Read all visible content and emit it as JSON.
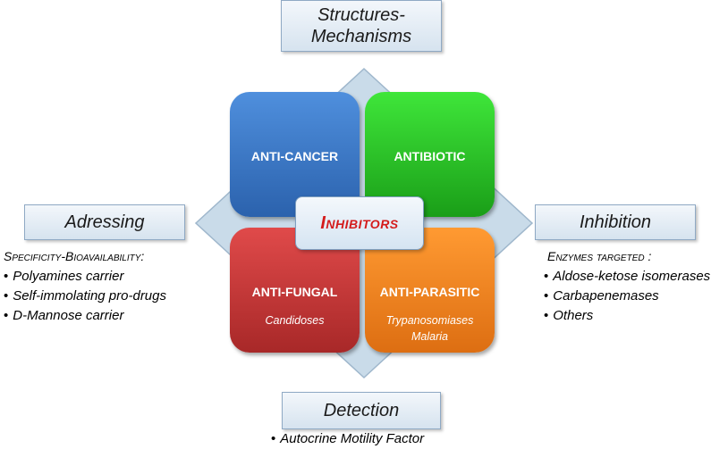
{
  "top_box": {
    "line1": "Structures-",
    "line2": "Mechanisms"
  },
  "left_box": "Adressing",
  "right_box": "Inhibition",
  "bottom_box": "Detection",
  "center": "Inhibitors",
  "tiles": {
    "cancer": {
      "title": "ANTI-CANCER",
      "color": "#3a78c8"
    },
    "antibiotic": {
      "title": "ANTIBIOTIC",
      "color": "#2cc428"
    },
    "fungal": {
      "title": "ANTI-FUNGAL",
      "sub": "Candidoses",
      "color": "#c83636"
    },
    "parasitic": {
      "title": "ANTI-PARASITIC",
      "sub1": "Trypanosomiases",
      "sub2": "Malaria",
      "color": "#f08322"
    }
  },
  "left_list": {
    "heading": "Specificity-Bioavailability:",
    "items": [
      "Polyamines carrier",
      "Self-immolating pro-drugs",
      "D-Mannose carrier"
    ]
  },
  "right_list": {
    "heading": "Enzymes targeted :",
    "items": [
      "Aldose-ketose isomerases",
      "Carbapenemases",
      "Others"
    ]
  },
  "bottom_list": {
    "items": [
      "Autocrine Motility Factor"
    ]
  },
  "colors": {
    "diamond_fill": "#c9dbe9",
    "diamond_stroke": "#9fb7cc",
    "center_text": "#d41c1c"
  }
}
